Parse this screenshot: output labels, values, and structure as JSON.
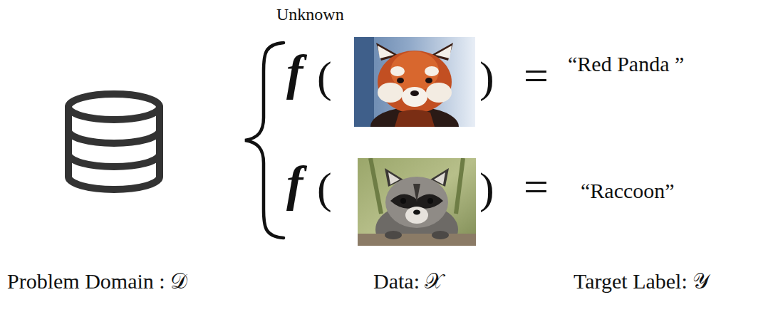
{
  "diagram": {
    "labels": [
      "Unknown",
      "f",
      "(",
      ")",
      "=",
      "“Red Panda ”",
      "f",
      "(",
      ")",
      "=",
      "“Raccoon”",
      "Problem Domain : 𝒟",
      "Data: 𝒳",
      "Target Label: 𝒴"
    ]
  }
}
